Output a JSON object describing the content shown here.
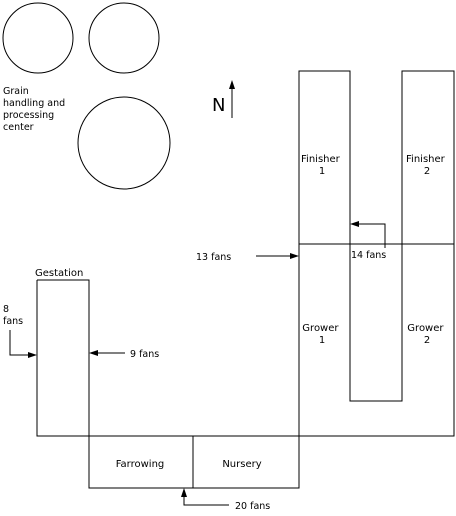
{
  "site": {
    "grain_label": [
      "Grain",
      "handling and",
      "processing",
      "center"
    ],
    "north_label": "N"
  },
  "buildings": {
    "gestation": "Gestation",
    "farrowing": "Farrowing",
    "nursery": "Nursery",
    "finisher_1": [
      "Finisher",
      "1"
    ],
    "finisher_2": [
      "Finisher",
      "2"
    ],
    "grower_1": [
      "Grower",
      "1"
    ],
    "grower_2": [
      "Grower",
      "2"
    ]
  },
  "fans": {
    "gestation_west": [
      "8",
      "fans"
    ],
    "gestation_east": "9 fans",
    "finisher_west": "13 fans",
    "finisher_inner": "14 fans",
    "south": "20 fans"
  }
}
